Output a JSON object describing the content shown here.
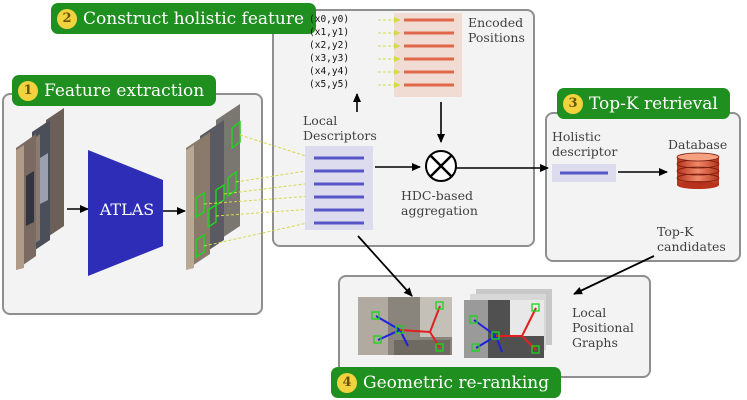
{
  "steps": [
    {
      "number": "1",
      "label": "Feature extraction"
    },
    {
      "number": "2",
      "label": "Construct holistic feature"
    },
    {
      "number": "3",
      "label": "Top-K retrieval"
    },
    {
      "number": "4",
      "label": "Geometric re-ranking"
    }
  ],
  "extraction": {
    "model_label": "ATLAS"
  },
  "holistic": {
    "local_descriptors_line1": "Local",
    "local_descriptors_line2": "Descriptors",
    "encoded_line1": "Encoded",
    "encoded_line2": "Positions",
    "positions": [
      "(x0,y0)",
      "(x1,y1)",
      "(x2,y2)",
      "(x3,y3)",
      "(x4,y4)",
      "(x5,y5)"
    ],
    "aggregation_line1": "HDC-based",
    "aggregation_line2": "aggregation"
  },
  "retrieval": {
    "holistic_line1": "Holistic",
    "holistic_line2": "descriptor",
    "database": "Database",
    "topk_line1": "Top-K",
    "topk_line2": "candidates"
  },
  "reranking": {
    "graphs_line1": "Local",
    "graphs_line2": "Positional",
    "graphs_line3": "Graphs"
  },
  "colors": {
    "badge_green": "#1f8f1f",
    "badge_number": "#f2d23f",
    "descriptor_blue": "#5656c9",
    "position_orange": "#e0674a",
    "atlas_blue": "#2d2db8",
    "keypoint_green": "#1fd21f",
    "match_yellow": "#d8d84a"
  }
}
